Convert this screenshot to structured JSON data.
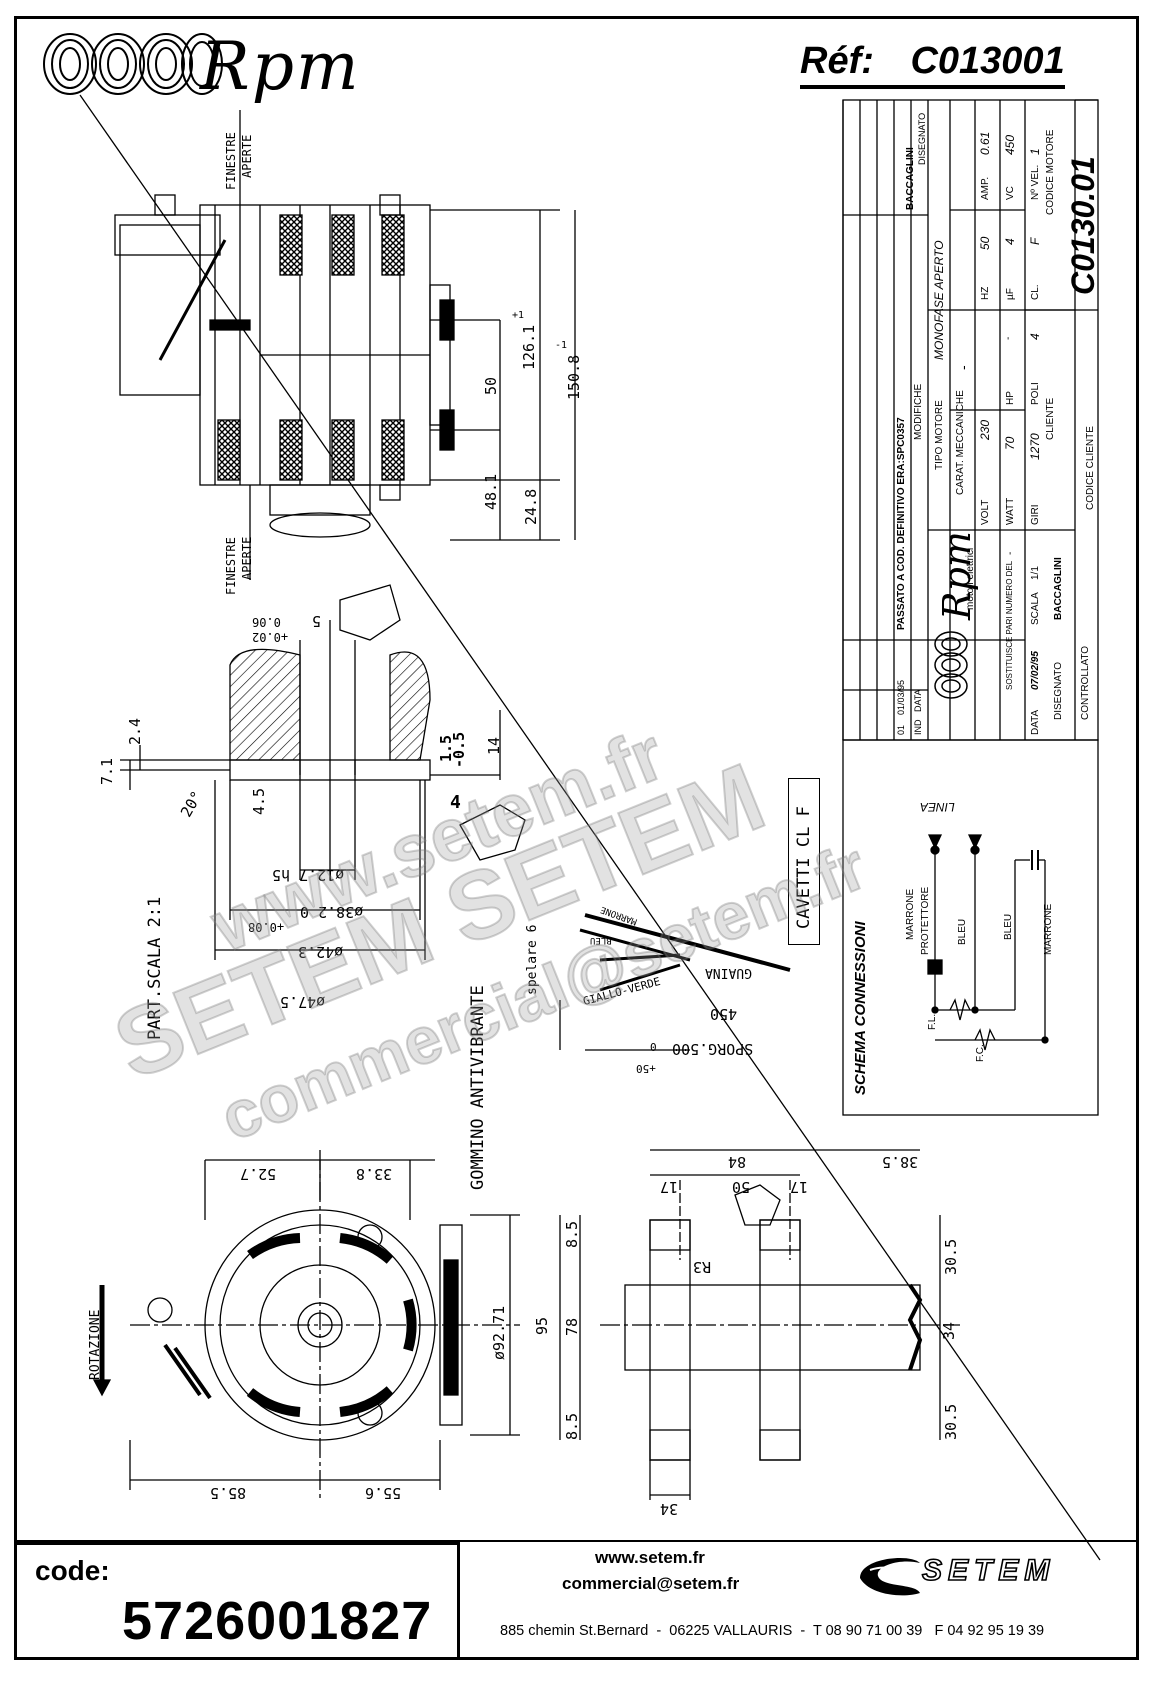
{
  "header": {
    "brand": "Rpm",
    "ref_label": "Réf:",
    "ref_value": "C013001"
  },
  "watermark": {
    "line1": "www.setem.fr",
    "line2": "SETEM SETEM",
    "line3": "commercial@setem.fr"
  },
  "drawing": {
    "finestre_top": [
      "FINESTRE",
      "APERTE"
    ],
    "finestre_bottom": [
      "FINESTRE",
      "APERTE"
    ],
    "dims_side": [
      "126.1",
      "150.8",
      "50",
      "48.1",
      "24.8",
      "+1",
      "-1"
    ],
    "section_dims": [
      "7.1",
      "2.4",
      "20°",
      "4.5",
      "1.5",
      "-0.5",
      "4",
      "14",
      "5",
      "0.06",
      "+0.02",
      "ø12.7 h5",
      "ø38.2 0",
      "+0.08",
      "ø42.3",
      "ø47.5"
    ],
    "part_scale": "PART.SCALA 2:1",
    "gommino": "GOMMINO ANTIVIBRANTE",
    "cavetti": "CAVETTI CL F",
    "wires": [
      "MARRONE",
      "BLEU",
      "GIALLO-VERDE",
      "GUAINA",
      "spelare 6",
      "450",
      "SPORG.500",
      "+50",
      "0"
    ],
    "front_dims": [
      "52.7",
      "33.8",
      "85.5",
      "55.6",
      "ø92.71",
      "95"
    ],
    "rotazione": "ROTAZIONE",
    "bracket_dims": [
      "84",
      "38.5",
      "17",
      "50",
      "17",
      "8.5",
      "78",
      "8.5",
      "R3",
      "30.5",
      "34",
      "30.5",
      "34"
    ]
  },
  "title_block": {
    "disegnato": "DISEGNATO",
    "controllato": "CONTROLLATO",
    "baccaglini": "BACCAGLINI",
    "modifiche": "MODIFICHE",
    "modifica_text": "PASSATO A COD. DEFINITIVO ERA:SPC0357",
    "tipo_motore_label": "TIPO MOTORE",
    "tipo_motore": "MONOFASE APERTO",
    "carat_label": "CARAT. MECCANICHE",
    "carat_value": "-",
    "volt_label": "VOLT",
    "volt": "230",
    "hz_label": "HZ",
    "hz": "50",
    "amp_label": "AMP.",
    "amp": "0.61",
    "watt_label": "WATT",
    "watt": "70",
    "hp_label": "HP",
    "hp": "-",
    "uf_label": "µF",
    "uf": "4",
    "vc_label": "VC",
    "vc": "450",
    "giri_label": "GIRI",
    "giri": "1270",
    "poli_label": "POLI",
    "poli": "4",
    "cl_label": "CL.",
    "cl": "F",
    "nvel_label": "Nº VEL.",
    "nvel": "1",
    "cliente_label": "CLIENTE",
    "codice_motore_label": "CODICE MOTORE",
    "codice_motore": "C0130.01",
    "codice_cliente_label": "CODICE CLIENTE",
    "sostituisce_label": "SOSTITUISCE PARI NUMERO DEL",
    "sostituisce": "-",
    "data_label": "DATA",
    "data": "07/02/95",
    "scala_label": "SCALA",
    "scala": "1/1",
    "ind_label": "IND",
    "data_col_label": "DATA",
    "rev_ind": "01",
    "rev_date": "01/03/95",
    "rpm_small": "Rpm",
    "motori": "motori elettrici"
  },
  "schema": {
    "title": "SCHEMA CONNESSIONI",
    "linea": "LINEA",
    "labels": [
      "MARRONE",
      "PROTETTORE",
      "BLEU",
      "BLEU",
      "MARRONE",
      "F.L.",
      "F.C."
    ]
  },
  "footer": {
    "code_label": "code:",
    "code_value": "5726001827",
    "website": "www.setem.fr",
    "email": "commercial@setem.fr",
    "address": "885 chemin St.Bernard  -  06225 VALLAURIS  -  T 08 90 71 00 39   F 04 92 95 19 39",
    "setem_logo": "SETEM"
  }
}
